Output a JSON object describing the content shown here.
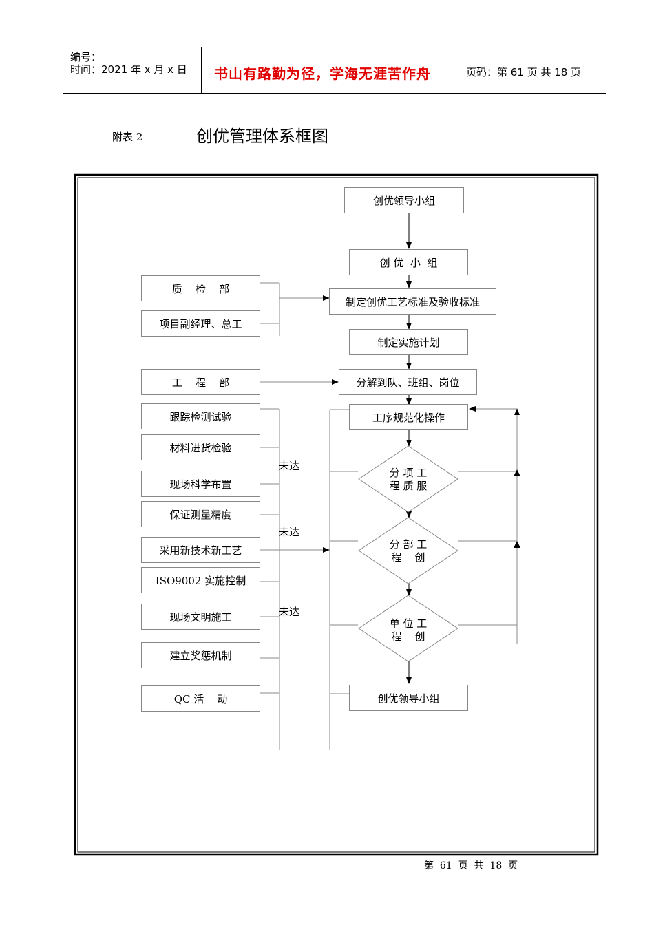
{
  "header": {
    "number_label": "编号：",
    "time_label": "时间：2021 年 x 月 x 日",
    "motto": "书山有路勤为径，学海无涯苦作舟",
    "page_label": "页码：第 61 页  共 18 页"
  },
  "heading": {
    "prefix": "附表 2",
    "title": "创优管理体系框图"
  },
  "flow": {
    "main": {
      "leader_group_top": "创优领导小组",
      "group": "创 优  小  组",
      "standards": "制定创优工艺标准及验收标准",
      "plan": "制定实施计划",
      "decompose": "分解到队、班组、岗位",
      "process": "工序规范化操作",
      "leader_group_bottom": "创优领导小组"
    },
    "diamonds": [
      {
        "line1": "分 项 工",
        "line2": "程 质 服"
      },
      {
        "line1": "分 部 工",
        "line2": "程    创"
      },
      {
        "line1": "单 位 工",
        "line2": "程    创"
      }
    ],
    "left_top": [
      "质    检    部",
      "项目副经理、总工"
    ],
    "left_eng": "工    程    部",
    "left_list": [
      "跟踪检测试验",
      "材料进货检验",
      "现场科学布置",
      "保证测量精度",
      "采用新技术新工艺",
      "ISO9002 实施控制",
      "现场文明施工",
      "建立奖惩机制",
      "QC 活    动"
    ],
    "not_reached": [
      "未达",
      "未达",
      "未达"
    ]
  },
  "footer": {
    "page": "第  61  页  共  18  页"
  }
}
